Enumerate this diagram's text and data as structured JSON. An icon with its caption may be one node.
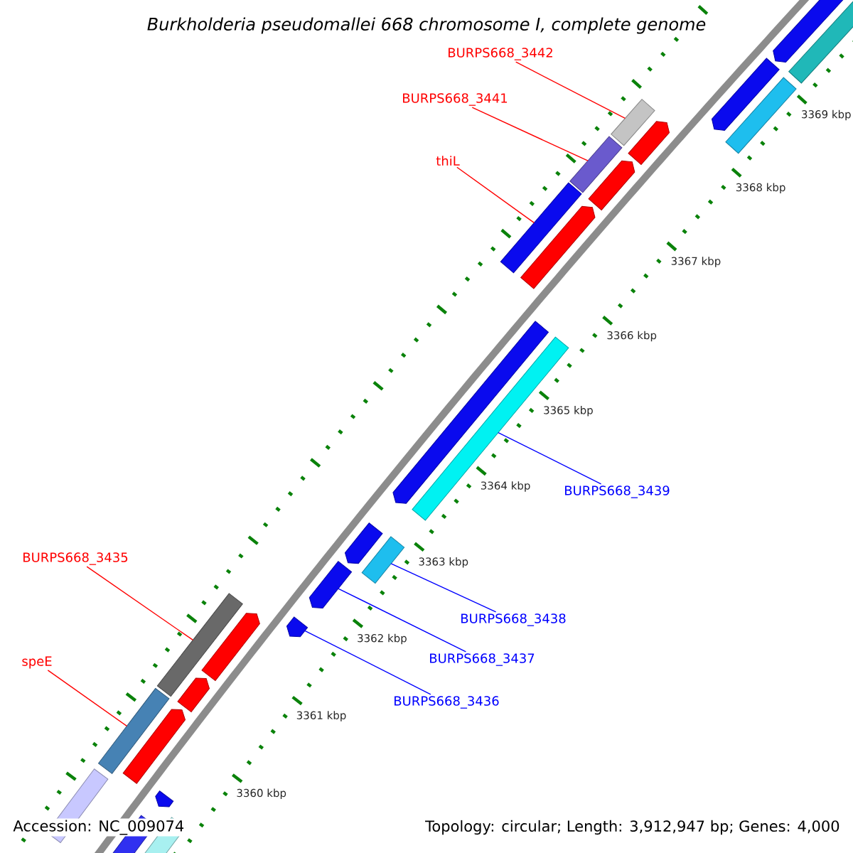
{
  "diagram": {
    "title": "Burkholderia pseudomallei 668 chromosome I, complete genome",
    "nodes": [
      {
        "text": [
          "BURPS668_3442"
        ]
      },
      {
        "text": [
          "BURPS668_3441"
        ]
      },
      {
        "text": [
          "thiL"
        ]
      },
      {
        "text": [
          "BURPS668_3439"
        ]
      },
      {
        "text": [
          "BURPS668_3435"
        ]
      },
      {
        "text": [
          "BURPS668_3438"
        ]
      },
      {
        "text": [
          "BURPS668_3437"
        ]
      },
      {
        "text": [
          "speE"
        ]
      },
      {
        "text": [
          "BURPS668_3436"
        ]
      },
      {
        "text": [],
        "shape": "bar"
      },
      {
        "text": [],
        "shape": "bar"
      },
      {
        "text": [],
        "shape": "bar"
      },
      {
        "text": [],
        "shape": "bar"
      },
      {
        "text": [],
        "shape": "bar"
      },
      {
        "text": [],
        "shape": "bar"
      },
      {
        "text": [],
        "shape": "bar"
      },
      {
        "text": [],
        "shape": "bar"
      },
      {
        "text": [],
        "shape": "bar"
      }
    ],
    "edges": [
      {
        "from": 0,
        "to": 9,
        "arrow": "none"
      },
      {
        "from": 1,
        "to": 10,
        "arrow": "none"
      },
      {
        "from": 2,
        "to": 11,
        "arrow": "none"
      },
      {
        "from": 3,
        "to": 12,
        "arrow": "none",
        "color": "#0000ff"
      },
      {
        "from": 4,
        "to": 13,
        "arrow": "none"
      },
      {
        "from": 5,
        "to": 14,
        "arrow": "none",
        "color": "#0000ff"
      },
      {
        "from": 6,
        "to": 15,
        "arrow": "none",
        "color": "#0000ff"
      },
      {
        "from": 7,
        "to": 16,
        "arrow": "none"
      },
      {
        "from": 8,
        "to": 17,
        "arrow": "none",
        "color": "#0000ff"
      }
    ],
    "labels": [
      "3369 kbp",
      "3368 kbp",
      "3367 kbp",
      "3366 kbp",
      "3365 kbp",
      "3364 kbp",
      "3363 kbp",
      "3362 kbp",
      "3361 kbp",
      "3360 kbp",
      "Accession: NC_009074",
      "Topology: circular; Length: 3,912,947 bp; Genes: 4,000"
    ]
  }
}
